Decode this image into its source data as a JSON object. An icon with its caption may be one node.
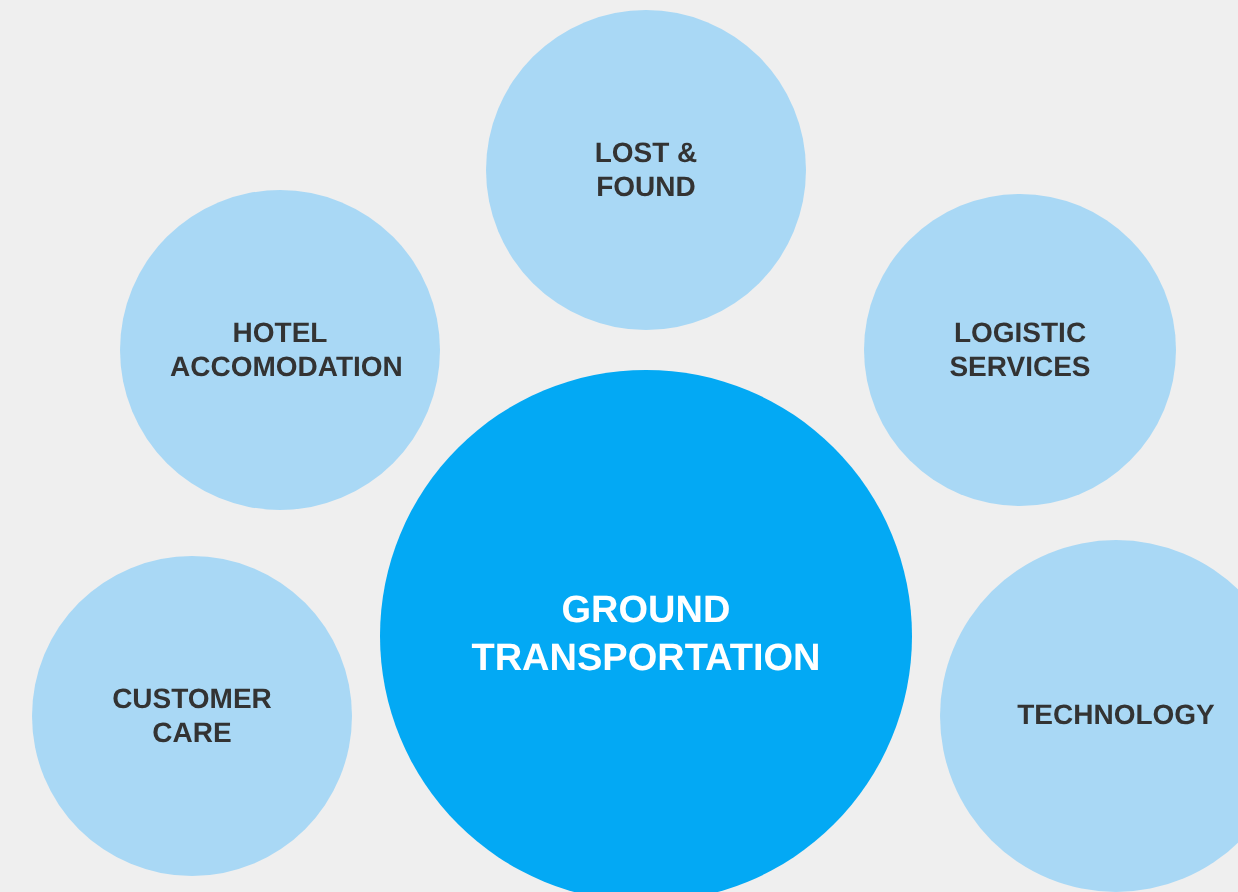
{
  "diagram": {
    "nodes": [
      {
        "text": [
          "LOST & FOUND"
        ]
      },
      {
        "text": [
          "HOTEL ACCOMODATION"
        ]
      },
      {
        "text": [
          "LOGISTIC SERVICES"
        ]
      },
      {
        "text": [
          "GROUND TRANSPORTATION"
        ]
      },
      {
        "text": [
          "CUSTOMER CARE"
        ]
      },
      {
        "text": [
          "TECHNOLOGY"
        ]
      }
    ]
  }
}
